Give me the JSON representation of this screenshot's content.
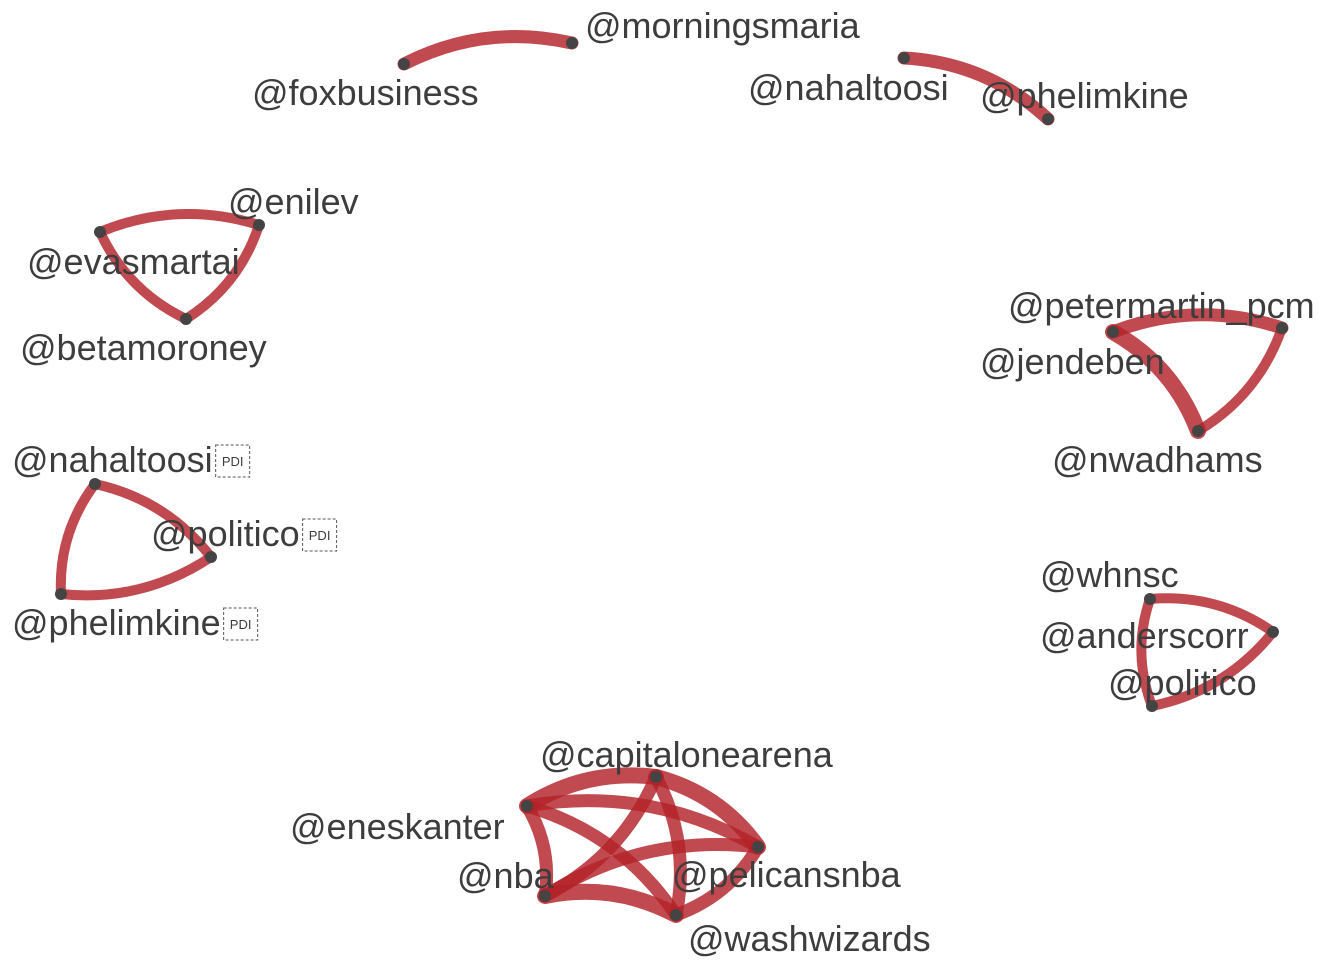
{
  "graph": {
    "type": "network",
    "colors": {
      "edge": "#b22228",
      "node": "#444444",
      "label": "#3d3d3d",
      "background": "#ffffff"
    },
    "nodes": [
      {
        "id": "morningsmaria",
        "label": "@morningsmaria"
      },
      {
        "id": "foxbusiness",
        "label": "@foxbusiness"
      },
      {
        "id": "nahaltoosi_a",
        "label": "@nahaltoosi"
      },
      {
        "id": "phelimkine_a",
        "label": "@phelimkine"
      },
      {
        "id": "enilev",
        "label": "@enilev"
      },
      {
        "id": "evasmartai",
        "label": "@evasmartai"
      },
      {
        "id": "betamoroney",
        "label": "@betamoroney"
      },
      {
        "id": "petermartin_pcm",
        "label": "@petermartin_pcm"
      },
      {
        "id": "jendeben",
        "label": "@jendeben"
      },
      {
        "id": "nwadhams",
        "label": "@nwadhams"
      },
      {
        "id": "nahaltoosi_b",
        "label": "@nahaltoosi",
        "suffix_glyph": "PDI"
      },
      {
        "id": "politico_b",
        "label": "@politico",
        "suffix_glyph": "PDI"
      },
      {
        "id": "phelimkine_b",
        "label": "@phelimkine",
        "suffix_glyph": "PDI"
      },
      {
        "id": "whnsc",
        "label": "@whnsc"
      },
      {
        "id": "anderscorr",
        "label": "@anderscorr"
      },
      {
        "id": "politico_a",
        "label": "@politico"
      },
      {
        "id": "capitalonearena",
        "label": "@capitalonearena"
      },
      {
        "id": "eneskanter",
        "label": "@eneskanter"
      },
      {
        "id": "nba",
        "label": "@nba"
      },
      {
        "id": "pelicansnba",
        "label": "@pelicansnba"
      },
      {
        "id": "washwizards",
        "label": "@washwizards"
      }
    ],
    "edges": [
      {
        "source": "foxbusiness",
        "target": "morningsmaria",
        "weight": 3
      },
      {
        "source": "nahaltoosi_a",
        "target": "phelimkine_a",
        "weight": 3
      },
      {
        "source": "evasmartai",
        "target": "enilev",
        "weight": 2
      },
      {
        "source": "enilev",
        "target": "betamoroney",
        "weight": 2
      },
      {
        "source": "betamoroney",
        "target": "evasmartai",
        "weight": 2
      },
      {
        "source": "jendeben",
        "target": "petermartin_pcm",
        "weight": 3
      },
      {
        "source": "petermartin_pcm",
        "target": "nwadhams",
        "weight": 2
      },
      {
        "source": "jendeben",
        "target": "nwadhams",
        "weight": 4
      },
      {
        "source": "nahaltoosi_b",
        "target": "politico_b",
        "weight": 2
      },
      {
        "source": "politico_b",
        "target": "phelimkine_b",
        "weight": 2
      },
      {
        "source": "phelimkine_b",
        "target": "nahaltoosi_b",
        "weight": 2
      },
      {
        "source": "whnsc",
        "target": "anderscorr",
        "weight": 2
      },
      {
        "source": "anderscorr",
        "target": "politico_a",
        "weight": 2
      },
      {
        "source": "politico_a",
        "target": "whnsc",
        "weight": 2
      },
      {
        "source": "eneskanter",
        "target": "capitalonearena",
        "weight": 4
      },
      {
        "source": "capitalonearena",
        "target": "pelicansnba",
        "weight": 4
      },
      {
        "source": "capitalonearena",
        "target": "washwizards",
        "weight": 3
      },
      {
        "source": "capitalonearena",
        "target": "nba",
        "weight": 3
      },
      {
        "source": "eneskanter",
        "target": "pelicansnba",
        "weight": 3
      },
      {
        "source": "eneskanter",
        "target": "washwizards",
        "weight": 3
      },
      {
        "source": "eneskanter",
        "target": "nba",
        "weight": 3
      },
      {
        "source": "nba",
        "target": "pelicansnba",
        "weight": 3
      },
      {
        "source": "nba",
        "target": "washwizards",
        "weight": 4
      },
      {
        "source": "pelicansnba",
        "target": "washwizards",
        "weight": 3
      }
    ]
  }
}
